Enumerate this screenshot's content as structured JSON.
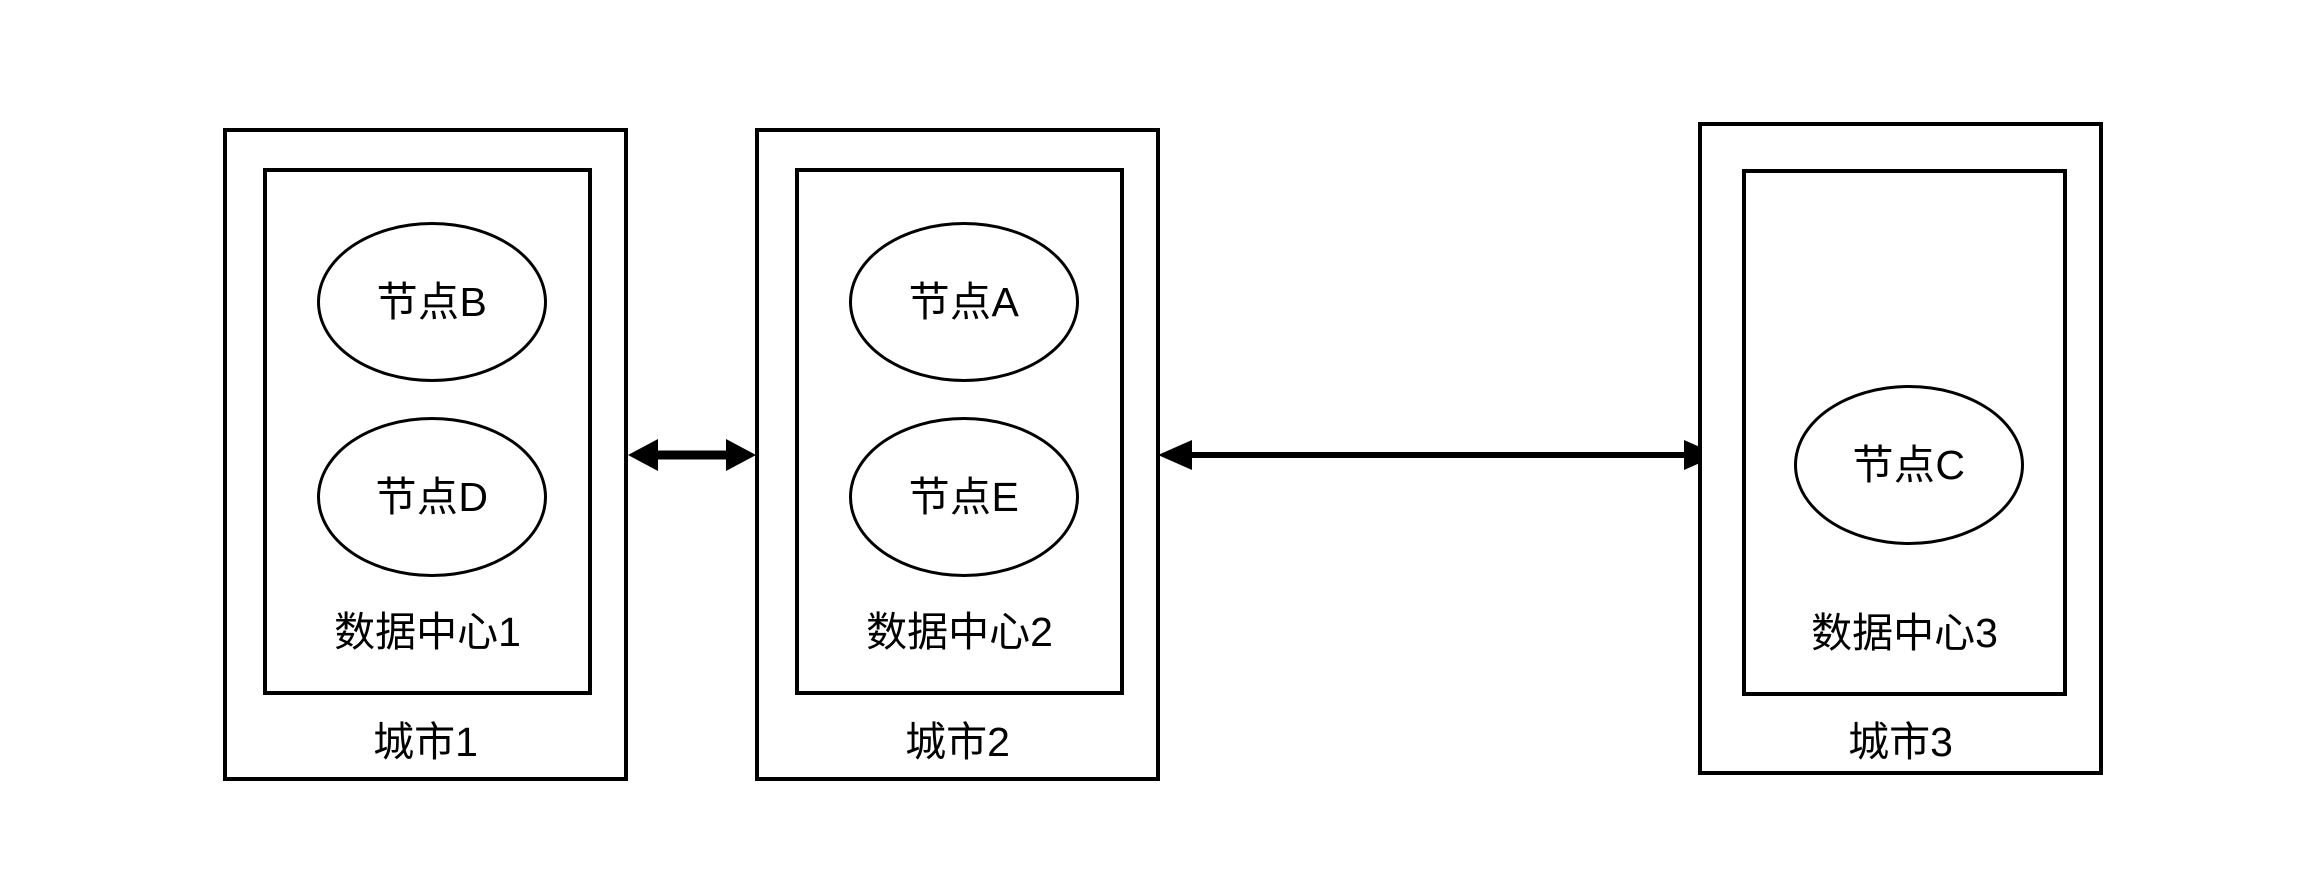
{
  "diagram": {
    "title": "",
    "background_color": "#ffffff",
    "stroke_color": "#000000",
    "cities": [
      {
        "id": "city1",
        "label": "城市1",
        "datacenter": {
          "id": "dc1",
          "label": "数据中心1",
          "nodes": [
            {
              "id": "nodeB",
              "label": "节点B"
            },
            {
              "id": "nodeD",
              "label": "节点D"
            }
          ]
        }
      },
      {
        "id": "city2",
        "label": "城市2",
        "datacenter": {
          "id": "dc2",
          "label": "数据中心2",
          "nodes": [
            {
              "id": "nodeA",
              "label": "节点A"
            },
            {
              "id": "nodeE",
              "label": "节点E"
            }
          ]
        }
      },
      {
        "id": "city3",
        "label": "城市3",
        "datacenter": {
          "id": "dc3",
          "label": "数据中心3",
          "nodes": [
            {
              "id": "nodeC",
              "label": "节点C"
            }
          ]
        }
      }
    ],
    "links": [
      {
        "id": "link-city1-city2",
        "from": "city1",
        "to": "city2",
        "label": "",
        "style": "double-arrow"
      },
      {
        "id": "link-city2-city3",
        "from": "city2",
        "to": "city3",
        "label": "",
        "style": "double-arrow"
      }
    ]
  }
}
